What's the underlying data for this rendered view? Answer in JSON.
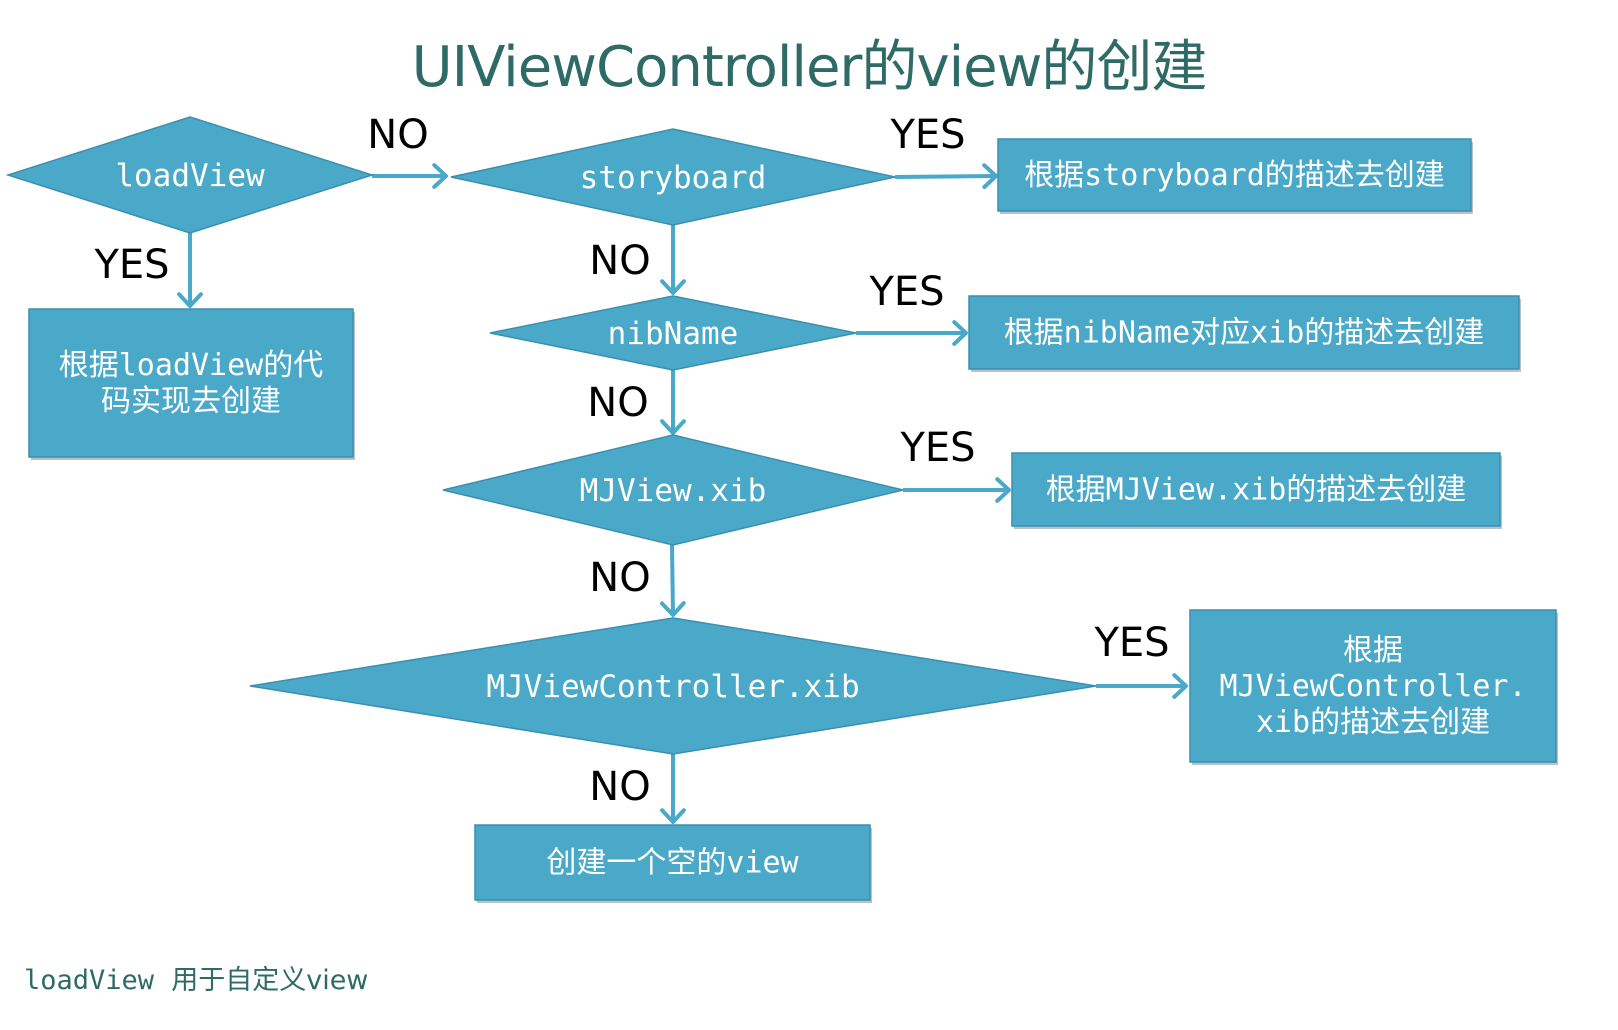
{
  "title": "UIViewController的view的创建",
  "colors": {
    "node_fill": "#4aa9c9",
    "node_stroke": "#3a8fb0",
    "arrow": "#4aa9c9",
    "title": "#2f6b66",
    "label": "#000000"
  },
  "decisions": [
    {
      "id": "loadview",
      "label": "loadView"
    },
    {
      "id": "storyboard",
      "label": "storyboard"
    },
    {
      "id": "nibname",
      "label": "nibName"
    },
    {
      "id": "mjview-xib",
      "label": "MJView.xib"
    },
    {
      "id": "mjviewcontroller-xib",
      "label": "MJViewController.xib"
    }
  ],
  "actions": [
    {
      "id": "create-by-loadview",
      "lines": [
        "根据loadView的代",
        "码实现去创建"
      ]
    },
    {
      "id": "create-by-storyboard",
      "lines": [
        "根据storyboard的描述去创建"
      ]
    },
    {
      "id": "create-by-nibname",
      "lines": [
        "根据nibName对应xib的描述去创建"
      ]
    },
    {
      "id": "create-by-mjview-xib",
      "lines": [
        "根据MJView.xib的描述去创建"
      ]
    },
    {
      "id": "create-by-mjviewcontroller-xib",
      "lines": [
        "根据",
        "MJViewController.",
        "xib的描述去创建"
      ]
    },
    {
      "id": "create-empty-view",
      "lines": [
        "创建一个空的view"
      ]
    }
  ],
  "edges": [
    {
      "id": "loadview-no",
      "from": "loadview",
      "to": "storyboard",
      "label": "NO"
    },
    {
      "id": "loadview-yes",
      "from": "loadview",
      "to": "create-by-loadview",
      "label": "YES"
    },
    {
      "id": "storyboard-yes",
      "from": "storyboard",
      "to": "create-by-storyboard",
      "label": "YES"
    },
    {
      "id": "storyboard-no",
      "from": "storyboard",
      "to": "nibname",
      "label": "NO"
    },
    {
      "id": "nibname-yes",
      "from": "nibname",
      "to": "create-by-nibname",
      "label": "YES"
    },
    {
      "id": "nibname-no",
      "from": "nibname",
      "to": "mjview-xib",
      "label": "NO"
    },
    {
      "id": "mjview-xib-yes",
      "from": "mjview-xib",
      "to": "create-by-mjview-xib",
      "label": "YES"
    },
    {
      "id": "mjview-xib-no",
      "from": "mjview-xib",
      "to": "mjviewcontroller-xib",
      "label": "NO"
    },
    {
      "id": "mjviewcontroller-xib-yes",
      "from": "mjviewcontroller-xib",
      "to": "create-by-mjviewcontroller-xib",
      "label": "YES"
    },
    {
      "id": "mjviewcontroller-xib-no",
      "from": "mjviewcontroller-xib",
      "to": "create-empty-view",
      "label": "NO"
    }
  ],
  "footnote": {
    "code": "loadView",
    "text": "用于自定义view"
  }
}
